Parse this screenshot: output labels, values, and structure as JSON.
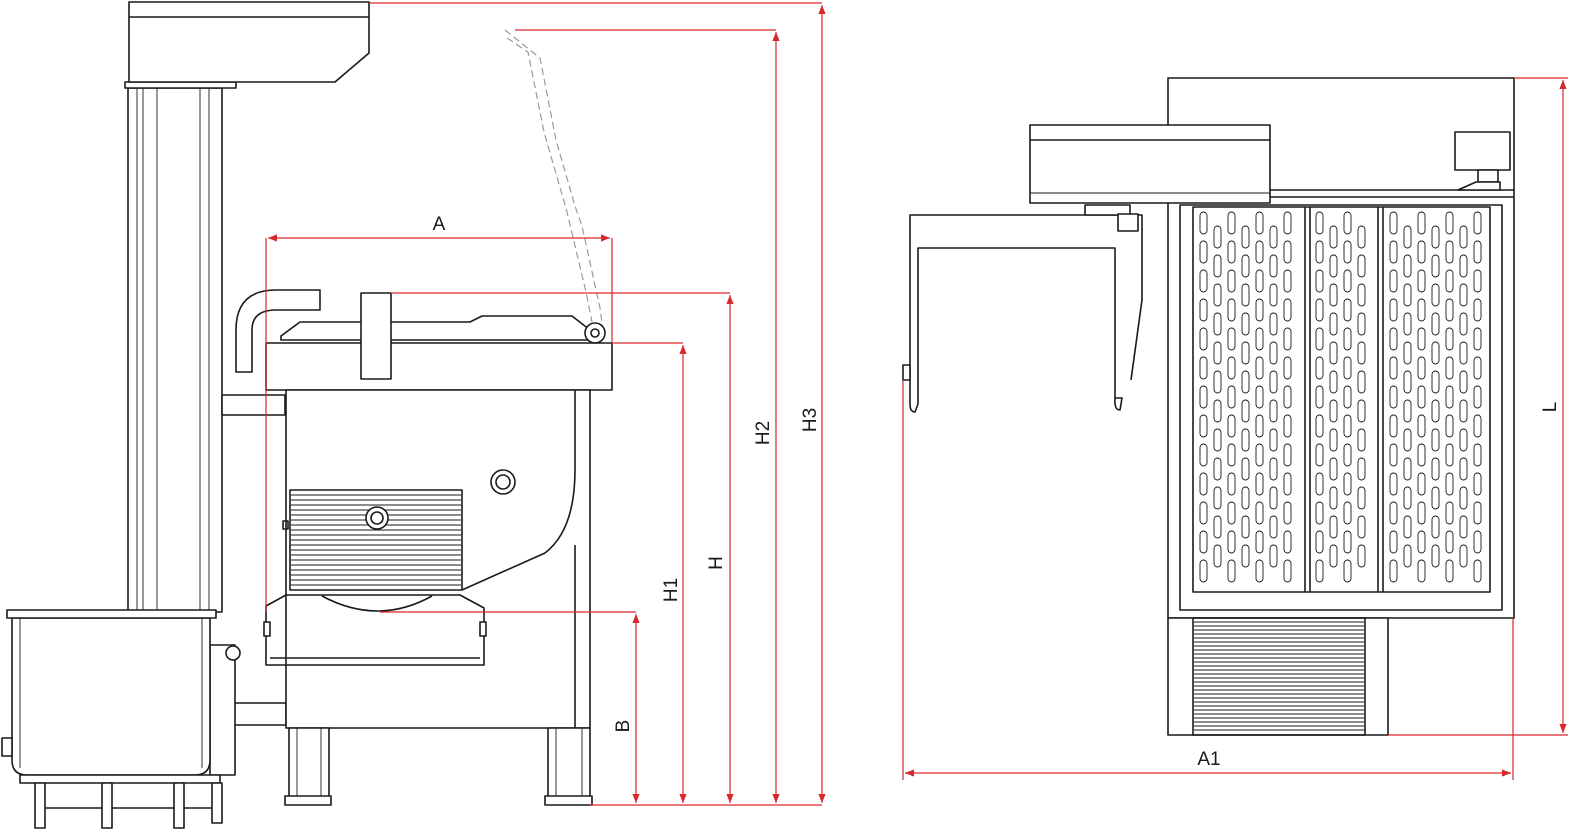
{
  "labels": {
    "a": "A",
    "a1": "A1",
    "b": "B",
    "h": "H",
    "h1": "H1",
    "h2": "H2",
    "h3": "H3",
    "l": "L"
  },
  "colors": {
    "line": "#1a1a1a",
    "dimension": "#d9272e",
    "hidden": "#9a9a9a",
    "background": "#ffffff"
  }
}
